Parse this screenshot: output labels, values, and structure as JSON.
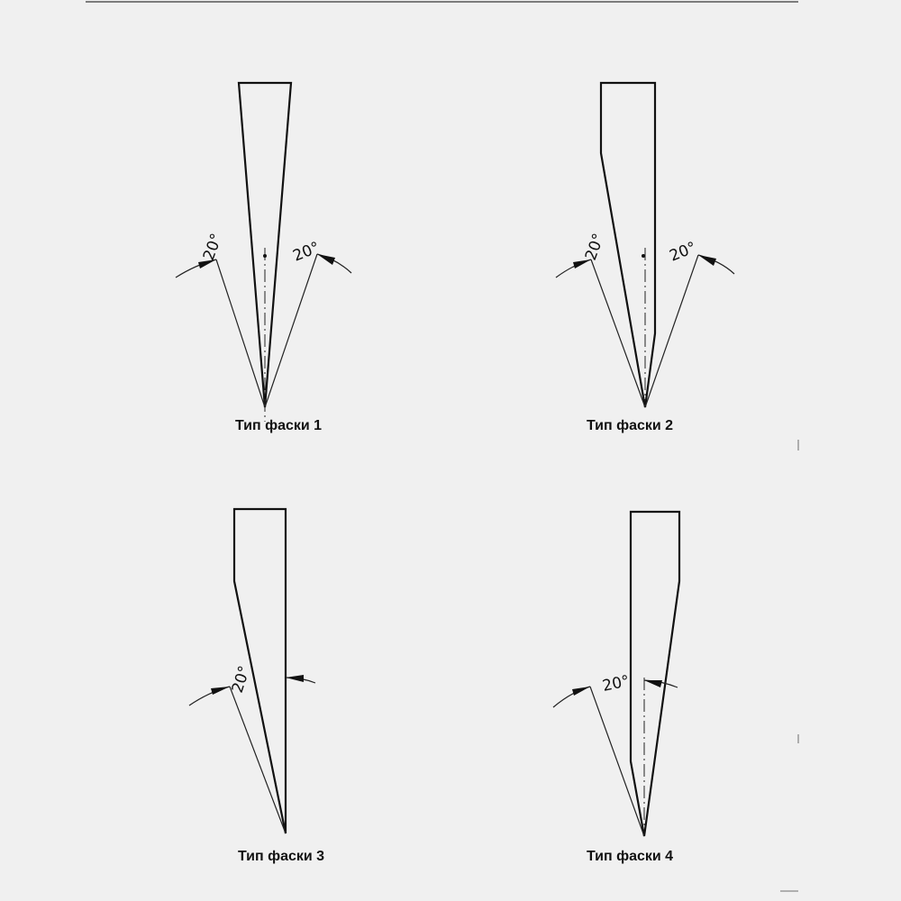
{
  "panels": [
    {
      "caption": "Тип фаски 1",
      "angles": [
        "20°",
        "20°"
      ]
    },
    {
      "caption": "Тип фаски 2",
      "angles": [
        "20°",
        "20°"
      ]
    },
    {
      "caption": "Тип фаски 3",
      "angles": [
        "20°"
      ]
    },
    {
      "caption": "Тип фаски 4",
      "angles": [
        "20°"
      ]
    }
  ]
}
